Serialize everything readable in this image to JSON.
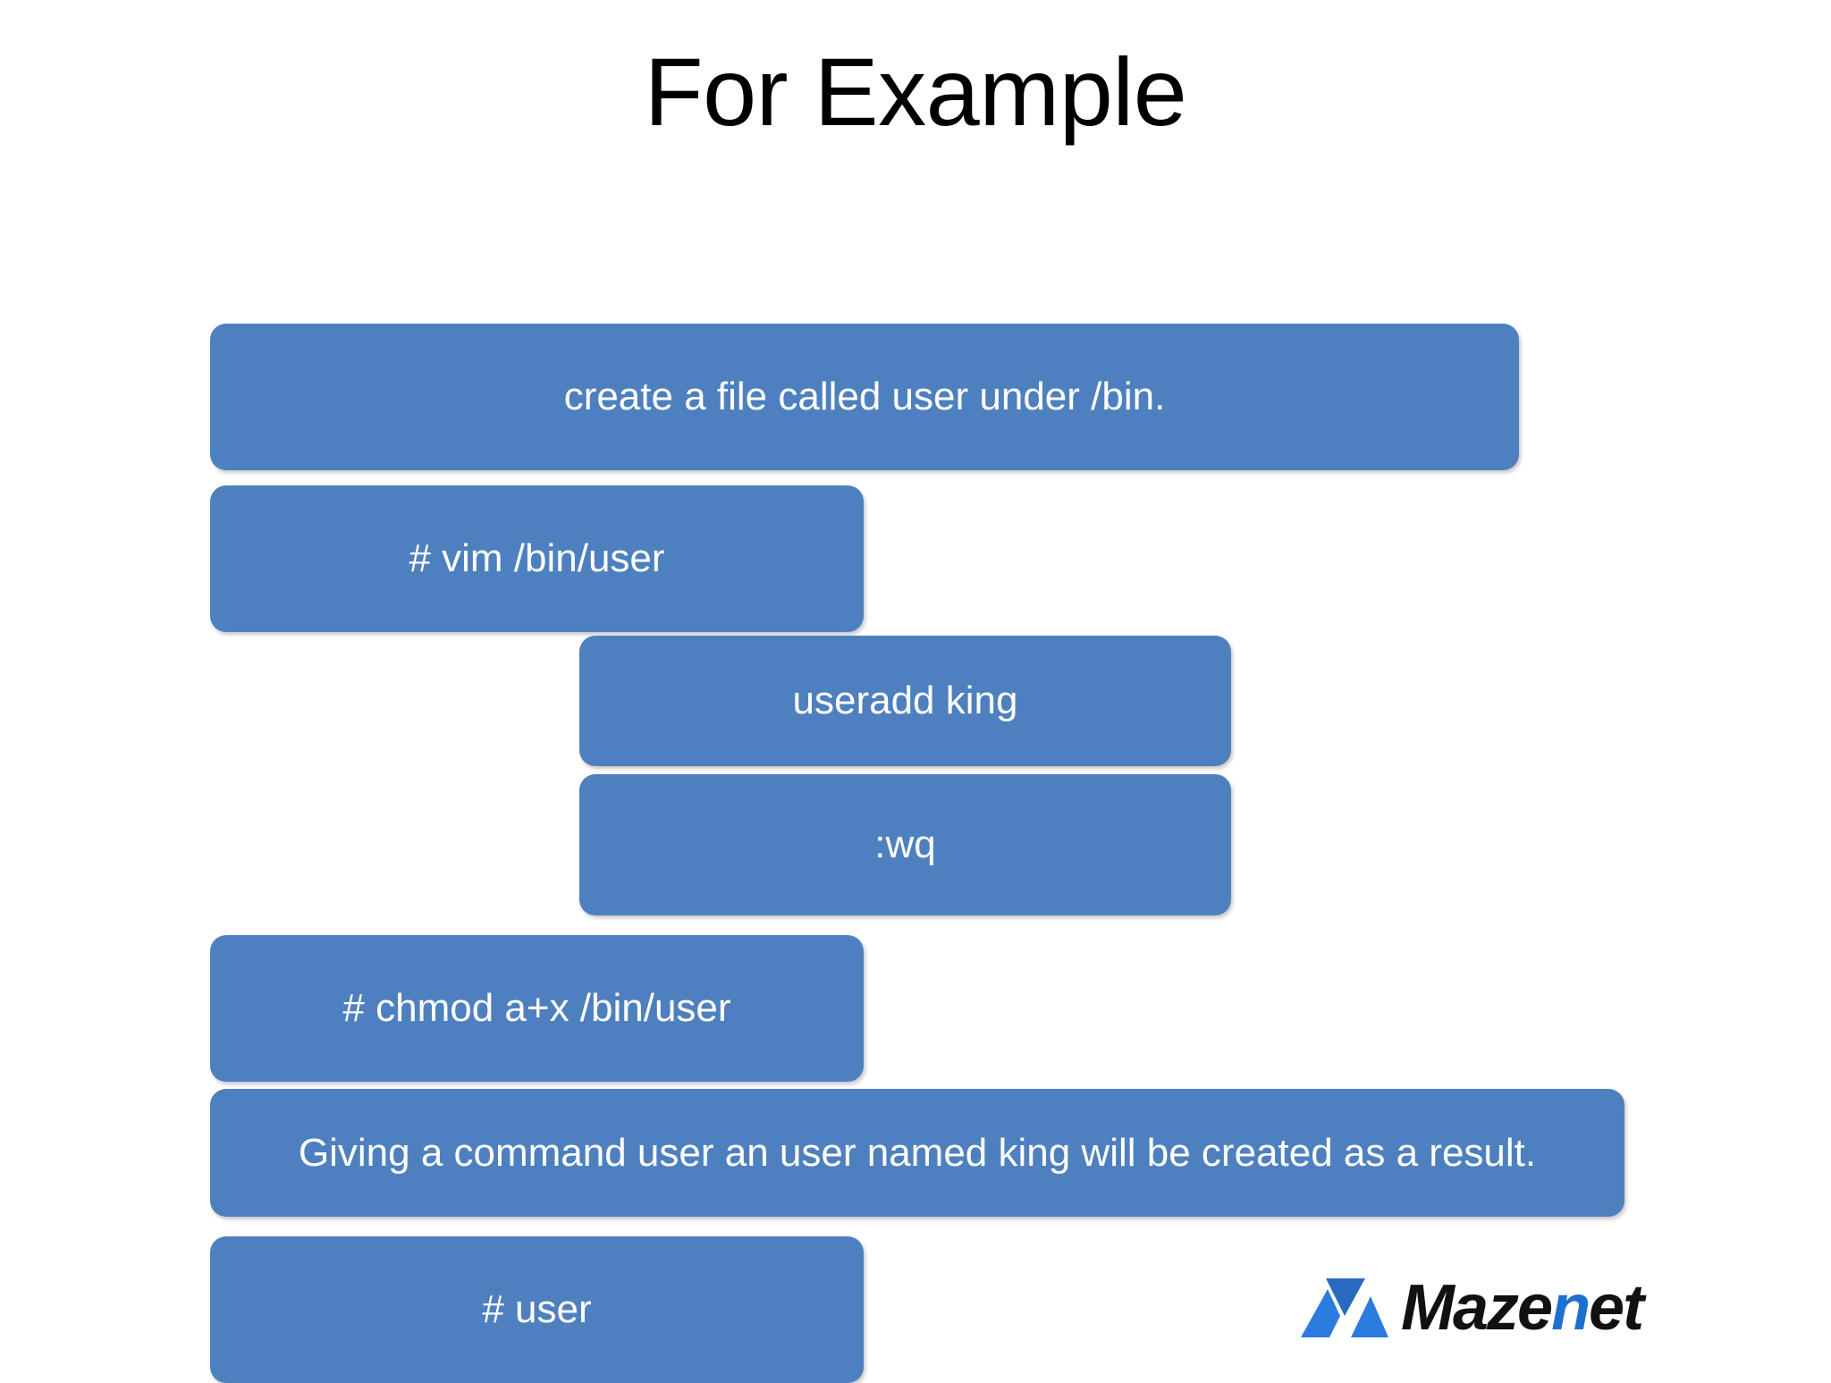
{
  "slide": {
    "title": "For Example",
    "background_color": "#FFFFFF",
    "box_color": "#4E80BF",
    "box_text_color": "#FFFFFF",
    "title_color": "#000000"
  },
  "steps": [
    {
      "id": "create",
      "text": "create a file called user under /bin."
    },
    {
      "id": "vim",
      "text": "# vim /bin/user"
    },
    {
      "id": "useradd",
      "text": "useradd king"
    },
    {
      "id": "wq",
      "text": ":wq"
    },
    {
      "id": "chmod",
      "text": "# chmod a+x /bin/user"
    },
    {
      "id": "giving",
      "text": "Giving a command user an user named king will be created as a result."
    },
    {
      "id": "user",
      "text": "# user"
    }
  ],
  "logo": {
    "name": "mazenet-logo",
    "word_part_1": "Maze",
    "word_part_highlight": "n",
    "word_part_2": "et",
    "mark_color_light": "#2C7CE0",
    "mark_color_dark": "#2A6BBF",
    "highlight_color": "#1F6FD0"
  }
}
